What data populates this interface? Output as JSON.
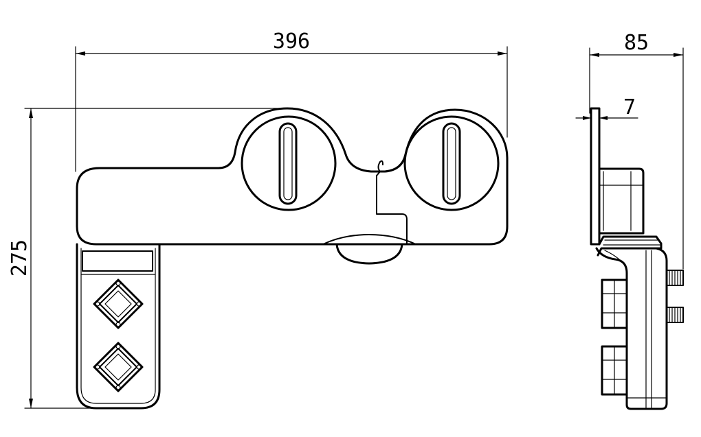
{
  "dimensions": {
    "overall_width": "396",
    "overall_height": "275",
    "side_depth": "85",
    "plate_thickness": "7"
  }
}
